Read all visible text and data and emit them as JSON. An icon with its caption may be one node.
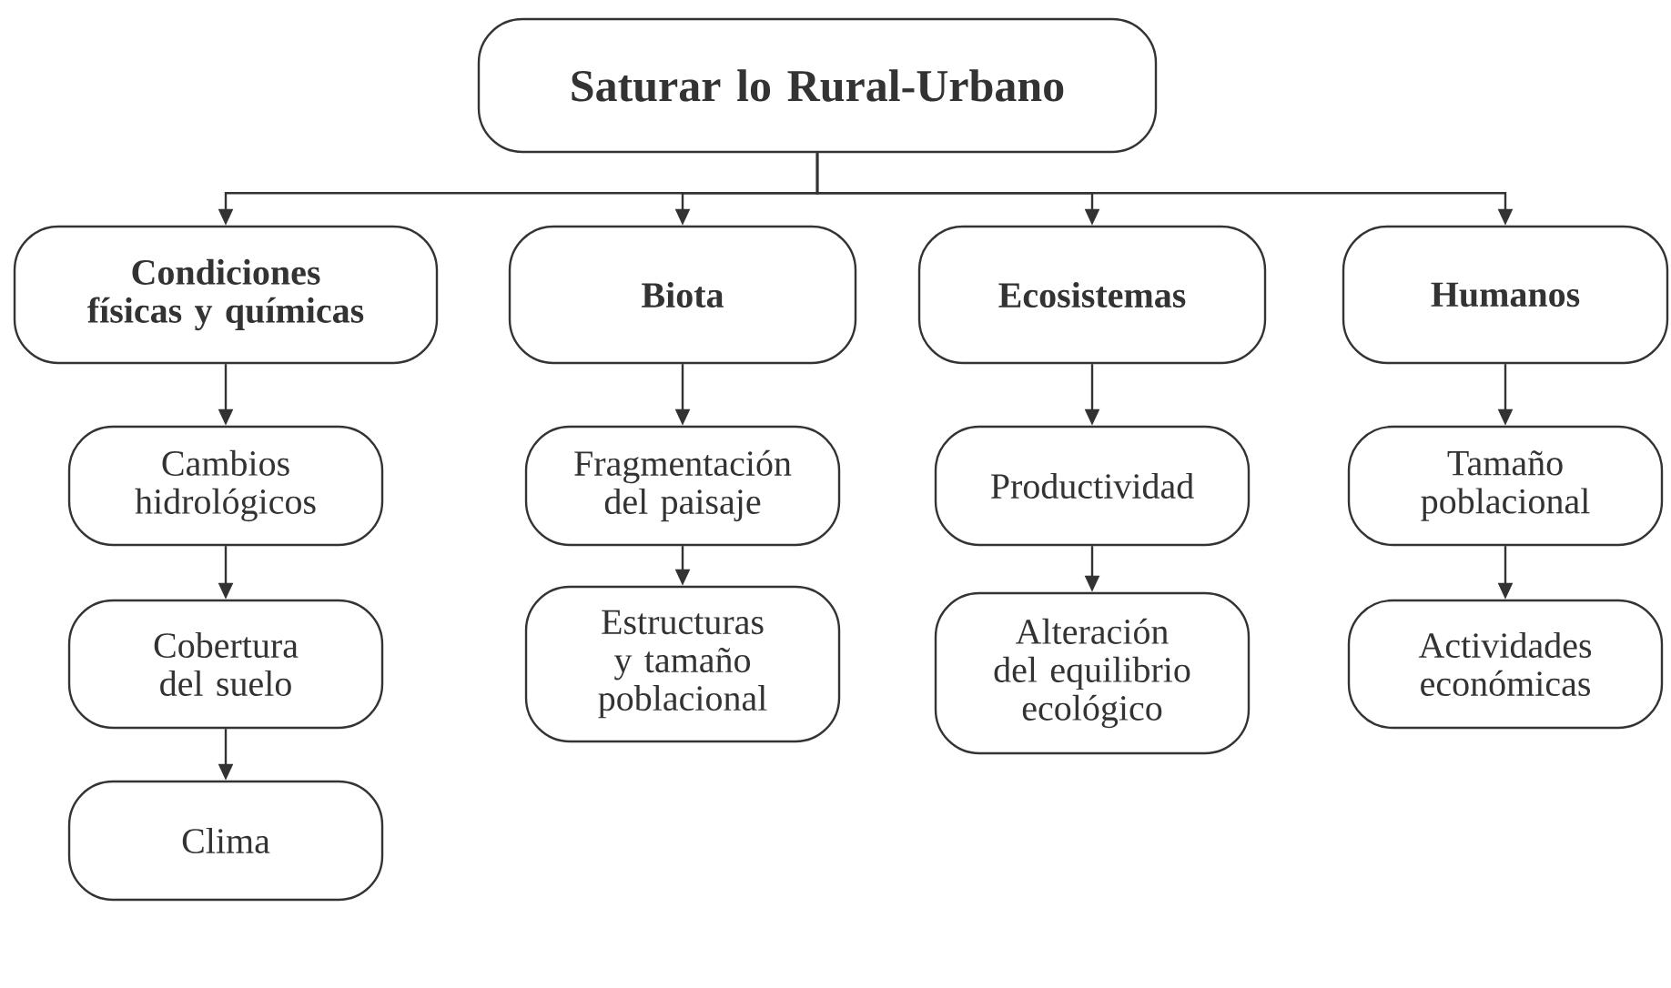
{
  "diagram": {
    "nodes": [
      {
        "text": [
          "Saturar lo Rural-Urbano"
        ]
      },
      {
        "text": [
          "Condiciones físicas y químicas"
        ]
      },
      {
        "text": [
          "Biota"
        ]
      },
      {
        "text": [
          "Ecosistemas"
        ]
      },
      {
        "text": [
          "Humanos"
        ]
      },
      {
        "text": [
          "Cambios hidrológicos"
        ]
      },
      {
        "text": [
          "Cobertura del suelo"
        ]
      },
      {
        "text": [
          "Clima"
        ]
      },
      {
        "text": [
          "Fragmentación del paisaje"
        ]
      },
      {
        "text": [
          "Estructuras y tamaño poblacional"
        ]
      },
      {
        "text": [
          "Productividad"
        ]
      },
      {
        "text": [
          "Alteración del equilibrio ecológico"
        ]
      },
      {
        "text": [
          "Tamaño poblacional"
        ]
      },
      {
        "text": [
          "Actividades económicas"
        ]
      }
    ],
    "edges": [
      {
        "from": 0,
        "to": 1,
        "arrow": "to"
      },
      {
        "from": 0,
        "to": 2,
        "arrow": "to"
      },
      {
        "from": 0,
        "to": 3,
        "arrow": "to"
      },
      {
        "from": 0,
        "to": 4,
        "arrow": "to"
      },
      {
        "from": 1,
        "to": 5,
        "arrow": "to"
      },
      {
        "from": 5,
        "to": 6,
        "arrow": "to"
      },
      {
        "from": 6,
        "to": 7,
        "arrow": "to"
      },
      {
        "from": 2,
        "to": 8,
        "arrow": "to"
      },
      {
        "from": 8,
        "to": 9,
        "arrow": "to"
      },
      {
        "from": 3,
        "to": 10,
        "arrow": "to"
      },
      {
        "from": 10,
        "to": 11,
        "arrow": "to"
      },
      {
        "from": 4,
        "to": 12,
        "arrow": "to"
      },
      {
        "from": 12,
        "to": 13,
        "arrow": "to"
      }
    ]
  }
}
